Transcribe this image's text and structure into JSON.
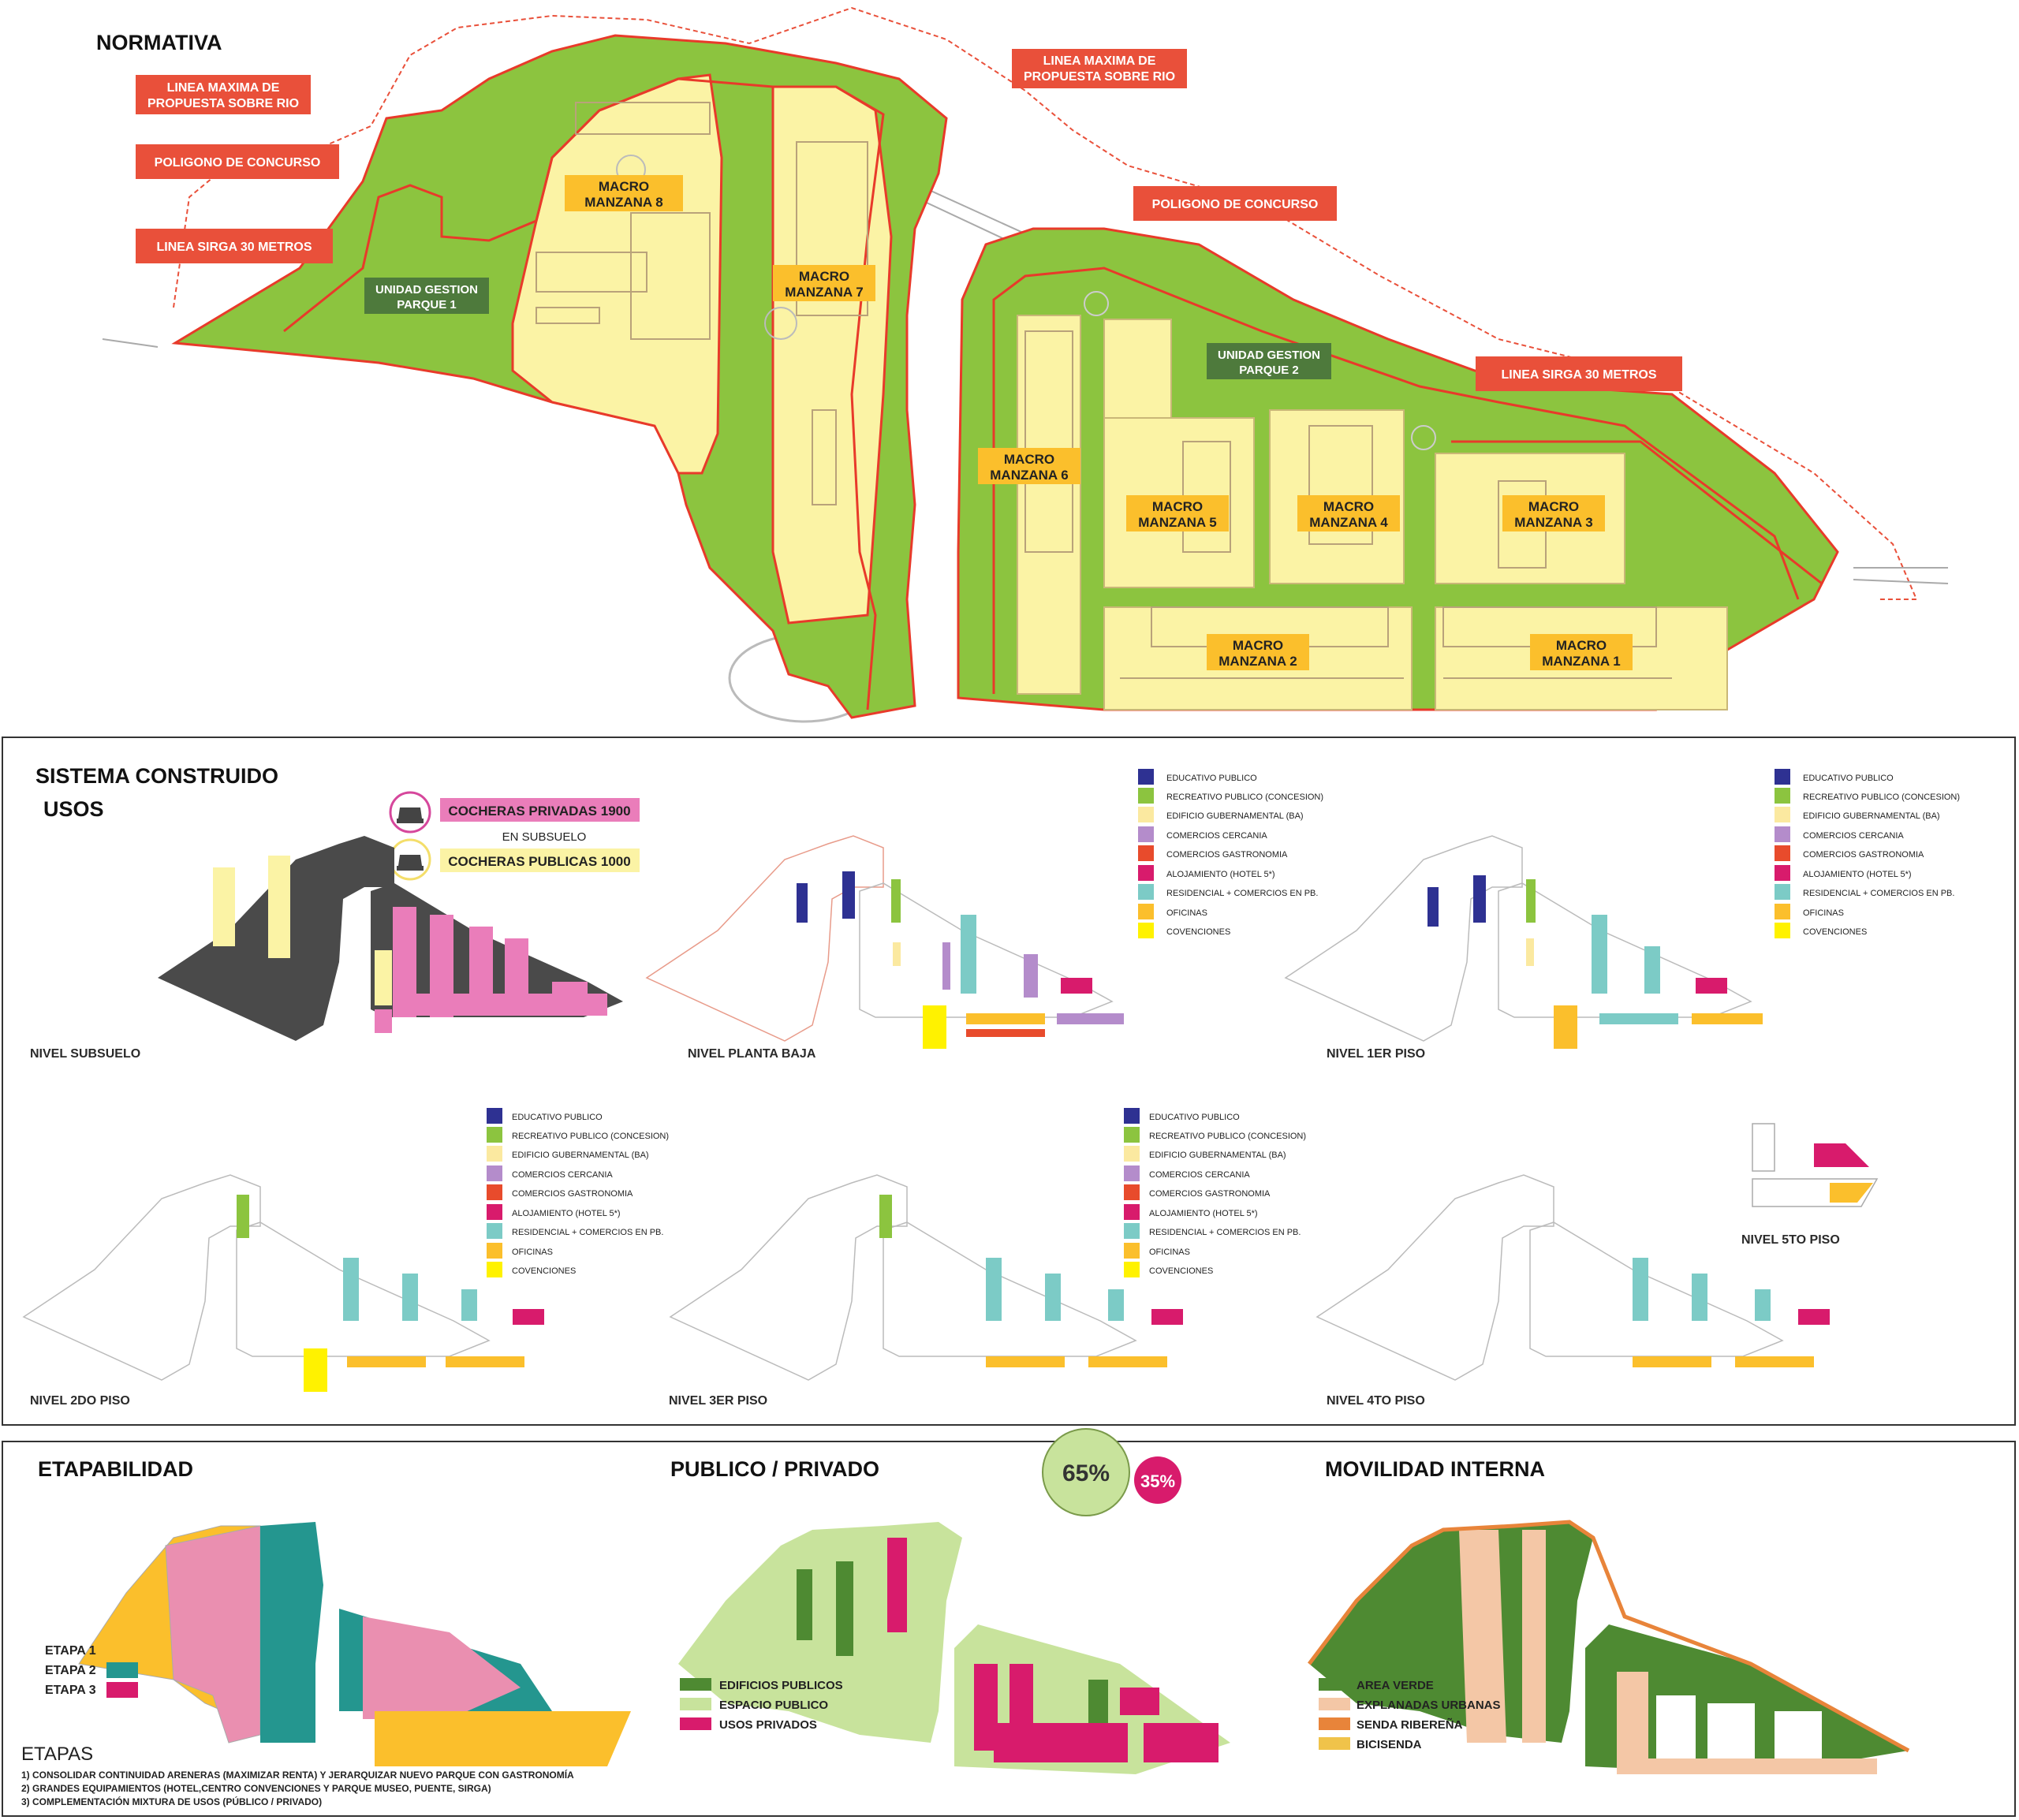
{
  "colors": {
    "green": "#8cc43f",
    "yellow": "#fbf3a5",
    "red_tag": "#e9503a",
    "orange_tag": "#fbbf2c",
    "dark_green_tag": "#4e7a3c",
    "gray_dark": "#4a4a4a",
    "pink": "#ea7dba",
    "magenta": "#d81b6c",
    "teal": "#24968f",
    "navy": "#2e3192",
    "light_teal": "#7ccbc6"
  },
  "normativa": {
    "title": "NORMATIVA",
    "tags": {
      "linea_maxima_left_1": "LINEA MAXIMA DE",
      "linea_maxima_left_2": "PROPUESTA SOBRE RIO",
      "poligono_left": "POLIGONO DE CONCURSO",
      "linea_sirga_left": "LINEA SIRGA 30 METROS",
      "linea_maxima_right_1": "LINEA MAXIMA DE",
      "linea_maxima_right_2": "PROPUESTA SOBRE RIO",
      "poligono_right": "POLIGONO DE CONCURSO",
      "linea_sirga_right": "LINEA SIRGA 30 METROS"
    },
    "units": {
      "ug1_1": "UNIDAD GESTION",
      "ug1_2": "PARQUE 1",
      "ug2_1": "UNIDAD GESTION",
      "ug2_2": "PARQUE 2"
    },
    "macro": {
      "m8_1": "MACRO",
      "m8_2": "MANZANA 8",
      "m7_1": "MACRO",
      "m7_2": "MANZANA 7",
      "m6_1": "MACRO",
      "m6_2": "MANZANA 6",
      "m5_1": "MACRO",
      "m5_2": "MANZANA 5",
      "m4_1": "MACRO",
      "m4_2": "MANZANA 4",
      "m3_1": "MACRO",
      "m3_2": "MANZANA 3",
      "m2_1": "MACRO",
      "m2_2": "MANZANA 2",
      "m1_1": "MACRO",
      "m1_2": "MANZANA 1"
    }
  },
  "sistema": {
    "title": "SISTEMA CONSTRUIDO",
    "subtitle": "USOS",
    "cocheras_privadas": "COCHERAS PRIVADAS 1900",
    "en_subsuelo": "EN SUBSUELO",
    "cocheras_publicas": "COCHERAS PUBLICAS 1000",
    "levels": {
      "subsuelo": "NIVEL SUBSUELO",
      "planta_baja": "NIVEL PLANTA BAJA",
      "primer": "NIVEL 1ER PISO",
      "segundo": "NIVEL 2DO PISO",
      "tercero": "NIVEL 3ER PISO",
      "cuarto": "NIVEL 4TO PISO",
      "quinto": "NIVEL 5TO PISO"
    },
    "legend": [
      {
        "label": "EDUCATIVO PUBLICO",
        "color": "#2e3192"
      },
      {
        "label": "RECREATIVO PUBLICO (CONCESION)",
        "color": "#8cc43f"
      },
      {
        "label": "EDIFICIO GUBERNAMENTAL (BA)",
        "color": "#fbe9a0"
      },
      {
        "label": "COMERCIOS CERCANIA",
        "color": "#b48ccb"
      },
      {
        "label": "COMERCIOS GASTRONOMIA",
        "color": "#e84b2c"
      },
      {
        "label": "ALOJAMIENTO (HOTEL 5*)",
        "color": "#d81b6c"
      },
      {
        "label": "RESIDENCIAL + COMERCIOS EN PB.",
        "color": "#7ccbc6"
      },
      {
        "label": "OFICINAS",
        "color": "#fbbf2c"
      },
      {
        "label": "COVENCIONES",
        "color": "#fff200"
      }
    ]
  },
  "etapabilidad": {
    "title": "ETAPABILIDAD",
    "etapa1": "ETAPA 1",
    "etapa2": "ETAPA 2",
    "etapa3": "ETAPA 3",
    "etapas_title": "ETAPAS",
    "line1": "1) CONSOLIDAR CONTINUIDAD ARENERAS (MAXIMIZAR RENTA) Y JERARQUIZAR NUEVO PARQUE CON GASTRONOMÍA",
    "line2": "2) GRANDES EQUIPAMIENTOS (HOTEL,CENTRO CONVENCIONES Y PARQUE MUSEO, PUENTE, SIRGA)",
    "line3": "3) COMPLEMENTACIÓN MIXTURA DE USOS (PÚBLICO / PRIVADO)"
  },
  "publico_privado": {
    "title": "PUBLICO / PRIVADO",
    "pct_public": "65%",
    "pct_private": "35%",
    "legend1": "EDIFICIOS PUBLICOS",
    "legend2": "ESPACIO PUBLICO",
    "legend3": "USOS PRIVADOS"
  },
  "movilidad": {
    "title": "MOVILIDAD INTERNA",
    "legend1": "AREA VERDE",
    "legend2": "EXPLANADAS URBANAS",
    "legend3": "SENDA RIBEREÑA",
    "legend4": "BICISENDA"
  }
}
